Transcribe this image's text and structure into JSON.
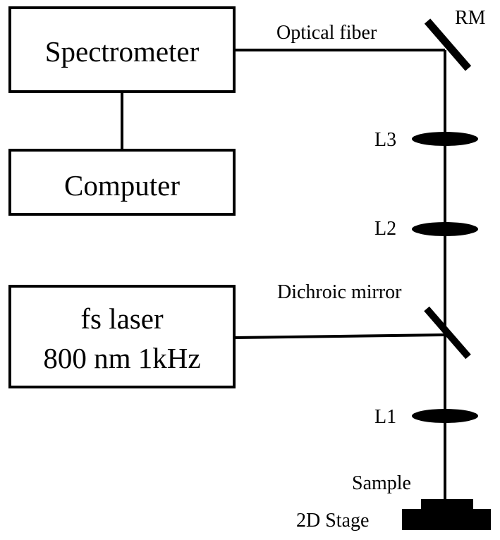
{
  "diagram": {
    "boxes": {
      "spectrometer": "Spectrometer",
      "computer": "Computer",
      "laser_line1": "fs laser",
      "laser_line2": "800 nm 1kHz"
    },
    "labels": {
      "optical_fiber": "Optical fiber",
      "rm": "RM",
      "l3": "L3",
      "l2": "L2",
      "dichroic_mirror": "Dichroic mirror",
      "l1": "L1",
      "sample": "Sample",
      "stage": "2D Stage"
    }
  }
}
